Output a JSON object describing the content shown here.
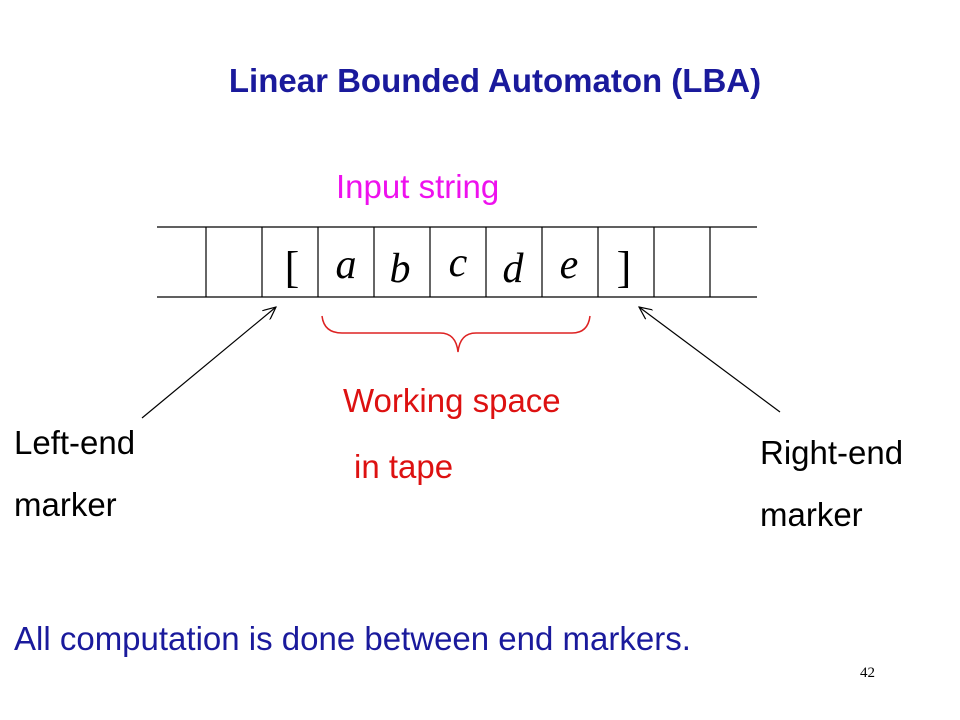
{
  "title": "Linear Bounded Automaton (LBA)",
  "input_label": "Input string",
  "tape": {
    "cells": [
      "",
      "",
      "[",
      "a",
      "b",
      "c",
      "d",
      "e",
      "]",
      "",
      ""
    ]
  },
  "working_space": {
    "line1": "Working space",
    "line2": "in tape"
  },
  "left_marker": {
    "line1": "Left-end",
    "line2": "marker"
  },
  "right_marker": {
    "line1": "Right-end",
    "line2": "marker"
  },
  "footer": "All computation is done between end markers.",
  "page_number": "42",
  "colors": {
    "title": "#1a1a9c",
    "input_label": "#ee11ee",
    "working_space": "#dd1111",
    "brace": "#dd2222",
    "footer": "#1a1a9c"
  }
}
